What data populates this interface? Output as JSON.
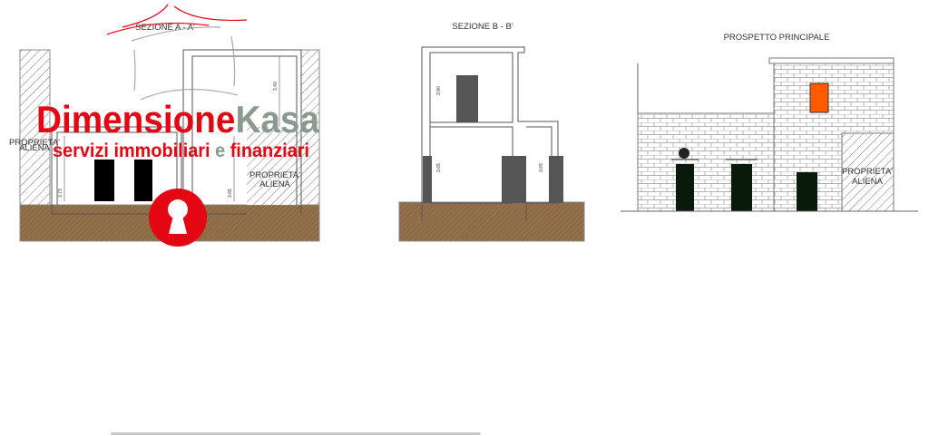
{
  "drawings": {
    "section_a": {
      "title": "SEZIONE A - A'",
      "label_right": [
        "PROPRIETA'",
        "ALIENA"
      ],
      "label_left": [
        "PROPRIETA'",
        "ALIENA"
      ],
      "dims": [
        "3.73",
        "3.65",
        "3.40"
      ]
    },
    "section_b": {
      "title": "SEZIONE B - B'",
      "dims": [
        "3.90",
        "3.65",
        "3.65"
      ]
    },
    "elevation": {
      "title": "PROSPETTO PRINCIPALE",
      "label": [
        "PROPRIETA'",
        "ALIENA"
      ]
    }
  },
  "watermark": {
    "brand_red": "Dimensione",
    "brand_grey": "Kasa",
    "tagline_1": "servizi immobiliari",
    "tagline_and": "e",
    "tagline_2": "finanziari",
    "red": "#e30613",
    "grey": "#8a9a90"
  },
  "colors": {
    "ground": "#8b6a45",
    "window": "#ff5a00",
    "door_dark": "#0a1a0a",
    "door_grey": "#555555"
  }
}
